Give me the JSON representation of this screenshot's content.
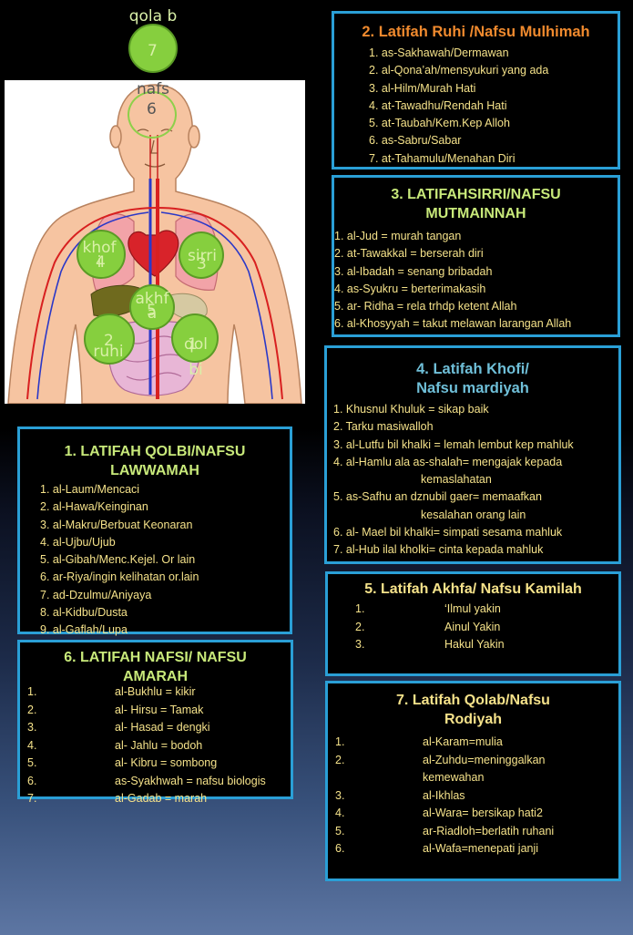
{
  "figure": {
    "chakras": [
      {
        "label": "qola b",
        "num": "7"
      },
      {
        "label": "nafs",
        "num": "6"
      },
      {
        "label": "khof i",
        "num": "4"
      },
      {
        "label": "sirri",
        "num": "3"
      },
      {
        "label": "akhf a",
        "num": "5"
      },
      {
        "label": "ruhi",
        "num": "2"
      },
      {
        "label": "qol bi",
        "num": "1"
      }
    ]
  },
  "box2": {
    "title": "2. Latifah Ruhi /Nafsu Mulhimah",
    "items": [
      "1. as-Sakhawah/Dermawan",
      "2. al-Qona’ah/mensyukuri yang ada",
      "3. al-Hilm/Murah Hati",
      "4. at-Tawadhu/Rendah Hati",
      "5. at-Taubah/Kem.Kep Alloh",
      "6. as-Sabru/Sabar",
      "7. at-Tahamulu/Menahan Diri"
    ]
  },
  "box3": {
    "title": "3. LATIFAHSIRRI/NAFSU MUTMAINNAH",
    "items": [
      "1. al-Jud = murah tangan",
      "2. at-Tawakkal = berserah diri",
      "3. al-Ibadah = senang bribadah",
      "4. as-Syukru = berterimakasih",
      "5. ar- Ridha = rela trhdp ketent Allah",
      "6. al-Khosyyah = takut melawan larangan Allah"
    ]
  },
  "box4": {
    "title": "4. Latifah Khofi/ Nafsu mardiyah",
    "items": [
      "1. Khusnul Khuluk = sikap baik",
      "2. Tarku masiwalloh",
      "3. al-Lutfu bil khalki = lemah lembut kep mahluk",
      "4. al-Hamlu ala as-shalah= mengajak kepada",
      "kemaslahatan",
      "5. as-Safhu an dznubil gaer= memaafkan",
      "kesalahan orang lain",
      "6. al- Mael bil khalki= simpati sesama mahluk",
      "7. al-Hub ilal kholki= cinta kepada mahluk"
    ]
  },
  "box1": {
    "title": "1. LATIFAH QOLBI/NAFSU LAWWAMAH",
    "items": [
      "1. al-Laum/Mencaci",
      "2. al-Hawa/Keinginan",
      "3. al-Makru/Berbuat Keonaran",
      "4. al-Ujbu/Ujub",
      "5. al-Gibah/Menc.Kejel. Or lain",
      "6. ar-Riya/ingin kelihatan or.lain",
      "7. ad-Dzulmu/Aniyaya",
      "8. al-Kidbu/Dusta",
      "9. al-Gaflah/Lupa"
    ]
  },
  "box5": {
    "title": "5. Latifah Akhfa/ Nafsu Kamilah",
    "rows": [
      {
        "n": "1.",
        "t": "‘Ilmul yakin"
      },
      {
        "n": "2.",
        "t": "Ainul Yakin"
      },
      {
        "n": "3.",
        "t": "Hakul Yakin"
      }
    ]
  },
  "box6": {
    "title": "6. LATIFAH NAFSI/ NAFSU AMARAH",
    "rows": [
      {
        "n": "1.",
        "t": "al-Bukhlu = kikir"
      },
      {
        "n": "2.",
        "t": "al- Hirsu = Tamak"
      },
      {
        "n": "3.",
        "t": "al- Hasad = dengki"
      },
      {
        "n": "4.",
        "t": "al- Jahlu = bodoh"
      },
      {
        "n": "5.",
        "t": "al- Kibru = sombong"
      },
      {
        "n": "6.",
        "t": "as-Syakhwah = nafsu biologis"
      },
      {
        "n": "7.",
        "t": "al-Gadab = marah"
      }
    ]
  },
  "box7": {
    "title": "7. Latifah Qolab/Nafsu Rodiyah",
    "rows": [
      {
        "n": "1.",
        "t": "al-Karam=mulia"
      },
      {
        "n": "2.",
        "t": "al-Zuhdu=meninggalkan"
      },
      {
        "n": "",
        "t": "kemewahan"
      },
      {
        "n": "3.",
        "t": "al-Ikhlas"
      },
      {
        "n": "4.",
        "t": "al-Wara= bersikap hati2"
      },
      {
        "n": "5.",
        "t": "ar-Riadloh=berlatih ruhani"
      },
      {
        "n": "6.",
        "t": "al-Wafa=menepati janji"
      }
    ]
  },
  "colors": {
    "border": "#2a9fd6",
    "box_bg": "#000000",
    "title_orange": "#f08a2e",
    "title_lime": "#c8e97a",
    "title_teal": "#6fbfd8",
    "text_yellow": "#f5e28a"
  }
}
